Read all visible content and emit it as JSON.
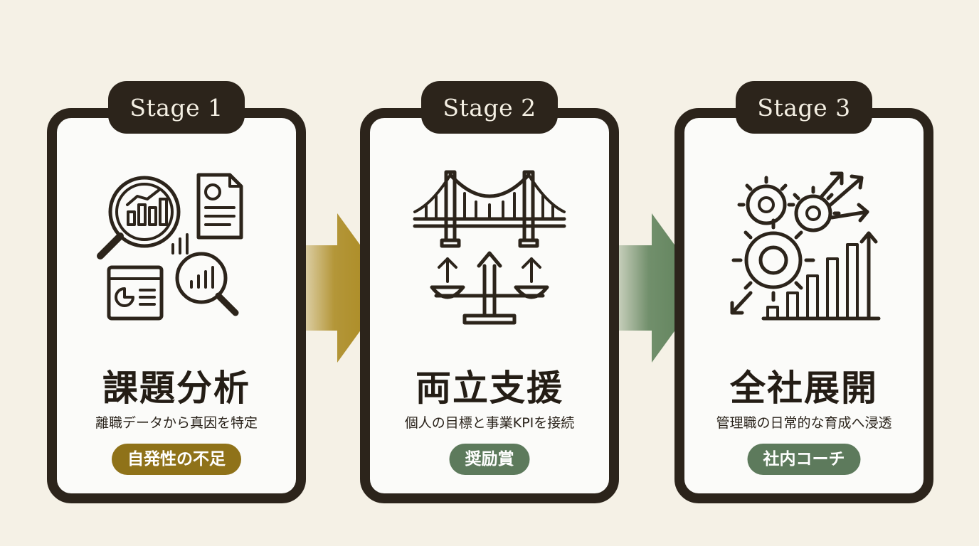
{
  "stages": [
    {
      "label": "Stage 1",
      "title": "課題分析",
      "subtitle": "離職データから真因を特定",
      "tag": "自発性の不足",
      "tag_color": "#8f7219",
      "icon": "data-analysis-icon"
    },
    {
      "label": "Stage 2",
      "title": "両立支援",
      "subtitle": "個人の目標と事業KPIを接続",
      "tag": "奨励賞",
      "tag_color": "#5d7a5c",
      "icon": "bridge-balance-icon"
    },
    {
      "label": "Stage 3",
      "title": "全社展開",
      "subtitle": "管理職の日常的な育成へ浸透",
      "tag": "社内コーチ",
      "tag_color": "#5d7a5c",
      "icon": "gears-growth-icon"
    }
  ],
  "colors": {
    "background": "#f5f1e6",
    "card_border": "#2c241b",
    "arrow_1": "#a8861a",
    "arrow_2": "#5a7e56"
  }
}
